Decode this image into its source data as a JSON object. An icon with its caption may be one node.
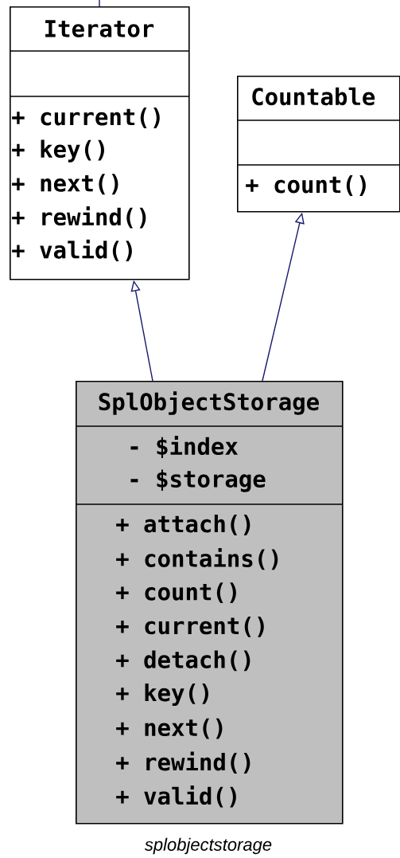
{
  "diagram": {
    "caption": "splobjectstorage",
    "nodes": [
      {
        "text": [
          "Iterator",
          "+ current()",
          "+ key()",
          "+ next()",
          "+ rewind()",
          "+ valid()"
        ]
      },
      {
        "text": [
          "Countable",
          "+ count()"
        ]
      },
      {
        "text": [
          "SplObjectStorage",
          "- $index",
          "- $storage",
          "+ attach()",
          "+ contains()",
          "+ count()",
          "+ current()",
          "+ detach()",
          "+ key()",
          "+ next()",
          "+ rewind()",
          "+ valid()"
        ]
      }
    ],
    "edges": [
      {
        "from": 2,
        "to": 0,
        "arrow": "to"
      },
      {
        "from": 2,
        "to": 1,
        "arrow": "to"
      },
      {
        "from": 0,
        "to": null,
        "arrow": "none"
      }
    ]
  }
}
